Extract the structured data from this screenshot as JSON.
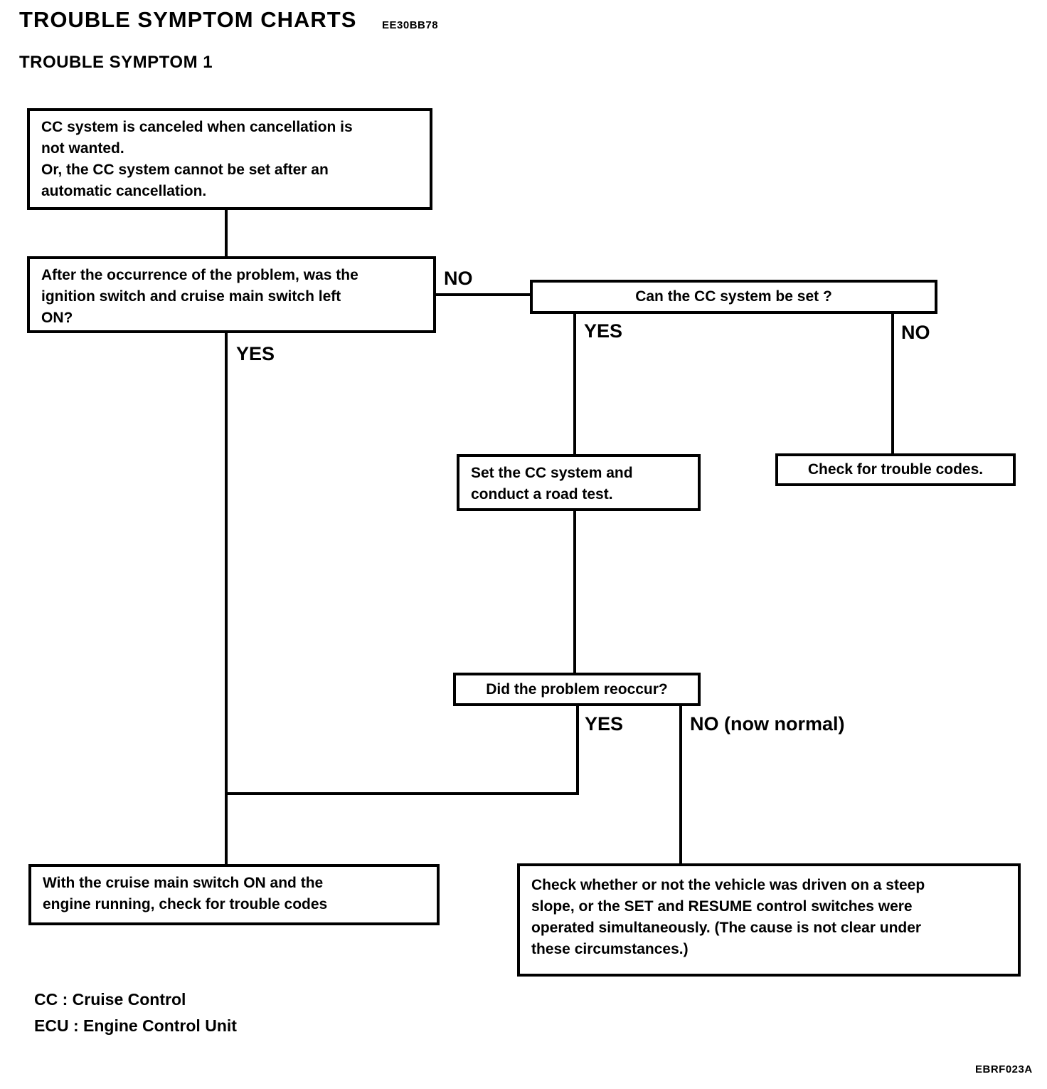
{
  "page": {
    "title": "TROUBLE SYMPTOM CHARTS",
    "title_code": "EE30BB78",
    "subtitle": "TROUBLE SYMPTOM 1",
    "figure_code": "EBRF023A"
  },
  "flowchart": {
    "nodes": {
      "symptom": "CC system is canceled when cancellation is\nnot wanted.\nOr, the CC system cannot be set after an\nautomatic cancellation.",
      "ignition_question": "After the occurrence of the problem, was the\nignition switch and cruise main switch left\nON?",
      "can_set_question": "Can the CC system be set ?",
      "road_test": "Set the CC system and\nconduct a road test.",
      "check_codes": "Check for trouble codes.",
      "reoccur_question": "Did the problem reoccur?",
      "check_codes_engine": "With the cruise main switch ON and the\nengine running, check for trouble codes",
      "check_slope": "Check whether or not the vehicle was driven on a steep\nslope, or the SET and RESUME control switches were\noperated simultaneously. (The cause is not clear under\nthese circumstances.)"
    },
    "branch_labels": {
      "ignition_no": "NO",
      "ignition_yes": "YES",
      "can_set_yes": "YES",
      "can_set_no": "NO",
      "reoccur_yes": "YES",
      "reoccur_no": "NO (now normal)"
    }
  },
  "legend": {
    "cc": "CC : Cruise Control",
    "ecu": "ECU : Engine Control Unit"
  }
}
